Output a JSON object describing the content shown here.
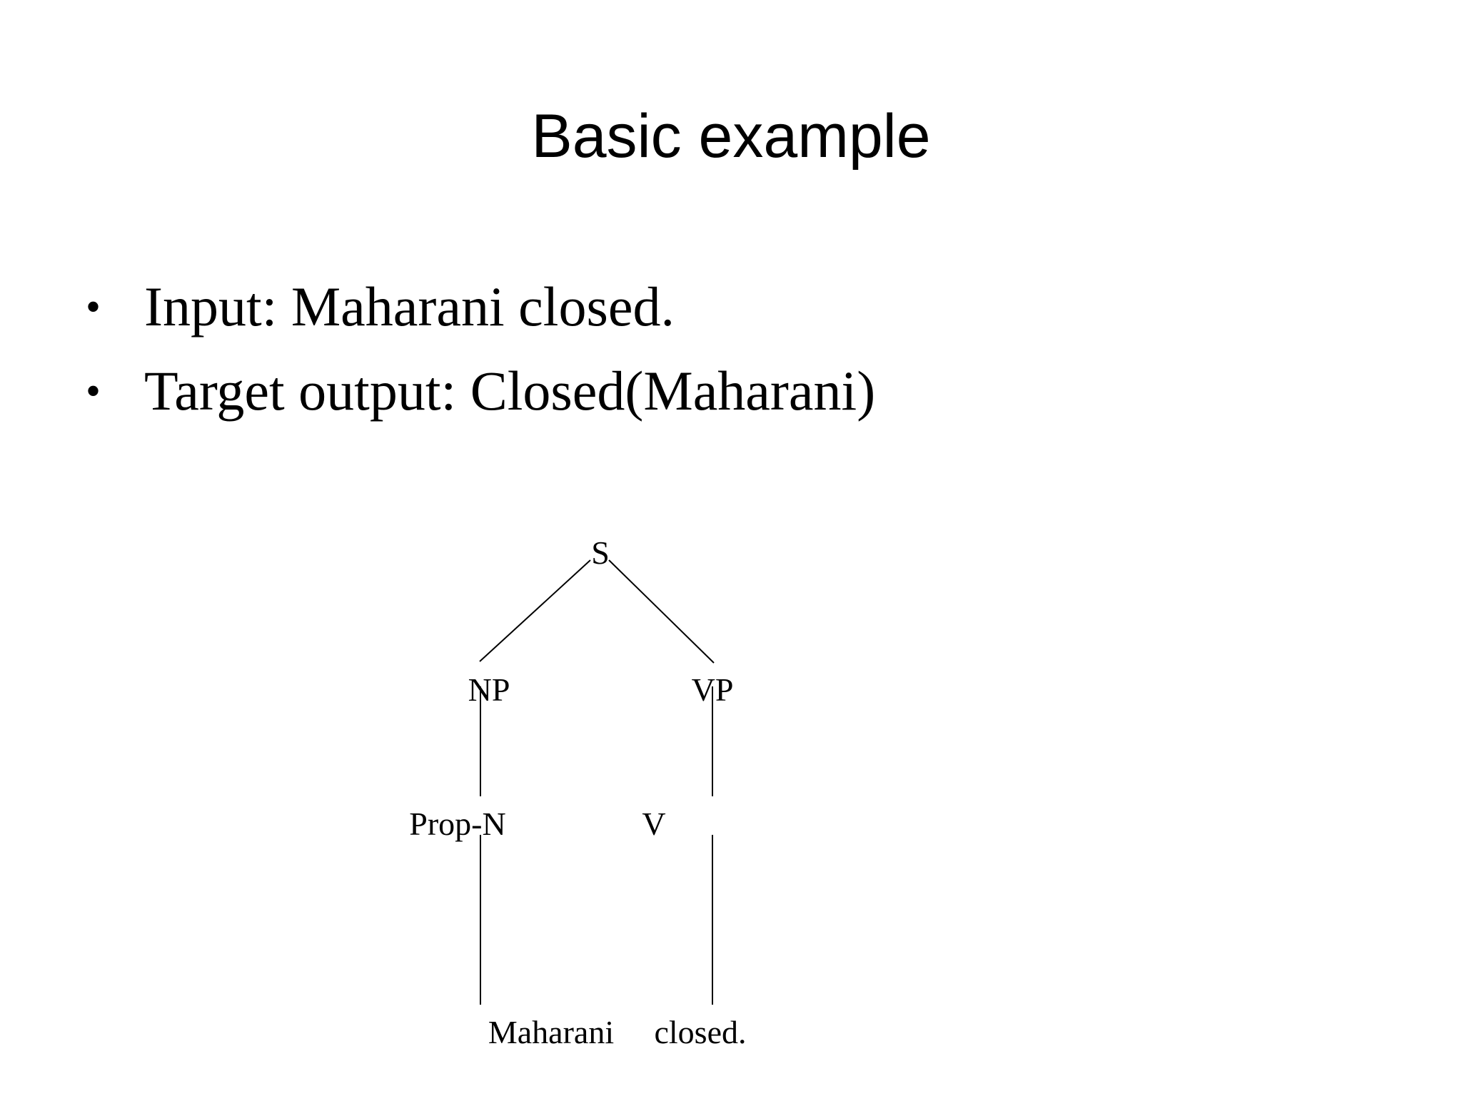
{
  "slide": {
    "title": "Basic example",
    "bullets": [
      {
        "text": "Input: Maharani closed."
      },
      {
        "text": "Target output: Closed(Maharani)"
      }
    ]
  },
  "tree": {
    "root": "S",
    "nodes": {
      "np": "NP",
      "vp": "VP",
      "prop_n": "Prop-N",
      "v": "V",
      "word_1": "Maharani",
      "word_2": "closed."
    }
  }
}
